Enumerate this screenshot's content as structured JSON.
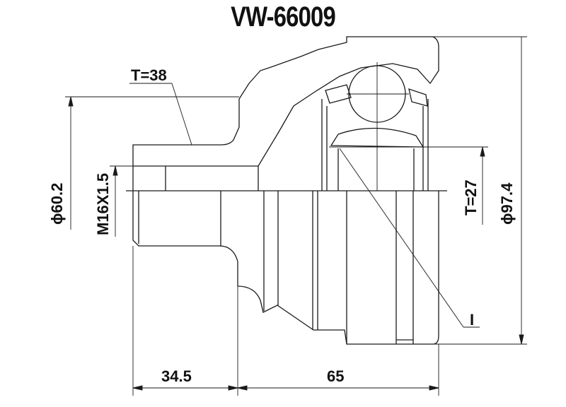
{
  "title": "VW-66009",
  "dimensions": {
    "thread_torque": "T=38",
    "outer_shaft_diameter": "ϕ60.2",
    "thread_spec": "M16X1.5",
    "inner_torque": "T=27",
    "bell_diameter": "ϕ97.4",
    "spline_marker": "I",
    "shaft_length": "34.5",
    "bell_length": "65"
  },
  "colors": {
    "line": "#1a1a1a",
    "background": "#ffffff"
  }
}
